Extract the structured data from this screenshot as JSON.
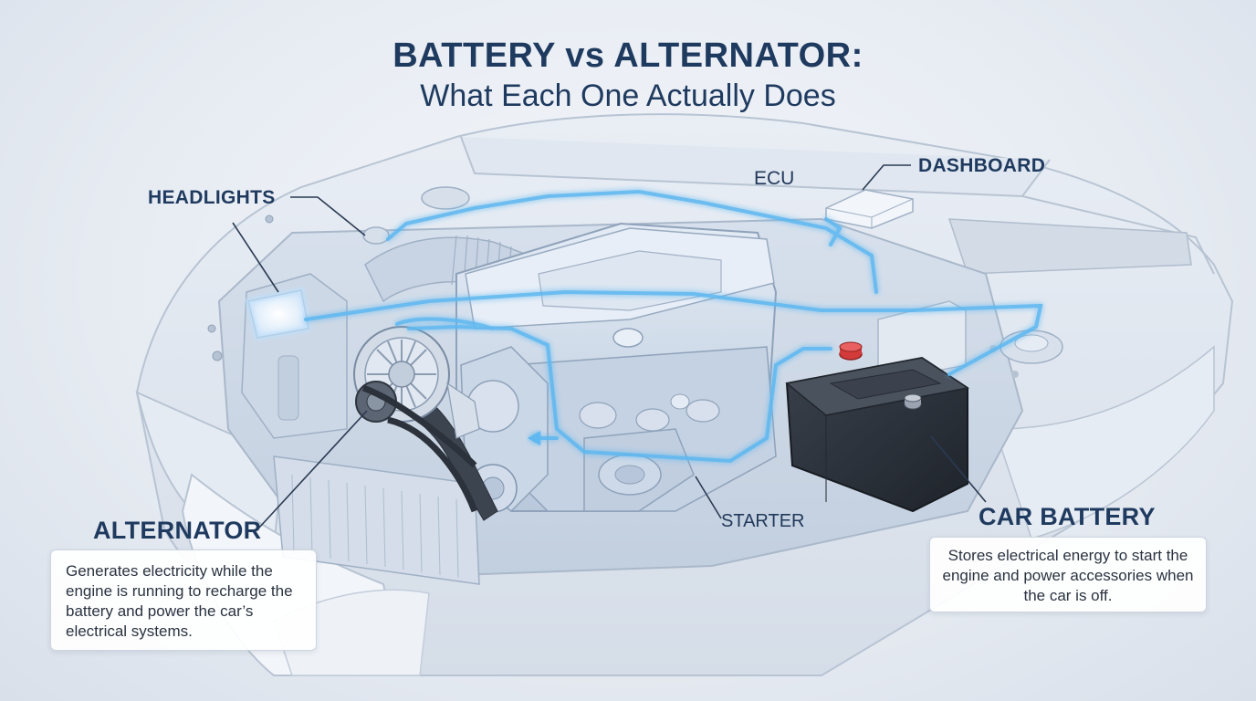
{
  "title": {
    "main": "BATTERY vs ALTERNATOR:",
    "sub": "What Each One Actually Does"
  },
  "labels": {
    "headlights": "HEADLIGHTS",
    "ecu": "ECU",
    "dashboard": "DASHBOARD",
    "alternator": "ALTERNATOR",
    "starter": "STARTER",
    "car_battery": "CAR BATTERY"
  },
  "descriptions": {
    "alternator": "Generates electricity while the engine is running to recharge the battery and power the car’s electrical systems.",
    "car_battery": "Stores electrical energy to start the engine and power accessories when the car is off."
  },
  "colors": {
    "title": "#1f3a5f",
    "wire_glow": "#5fb8f0",
    "battery_body": "#2b3038",
    "battery_terminal_positive": "#d33a3a",
    "engine_body": "#c9d6e6",
    "car_body": "#eef2f7"
  }
}
